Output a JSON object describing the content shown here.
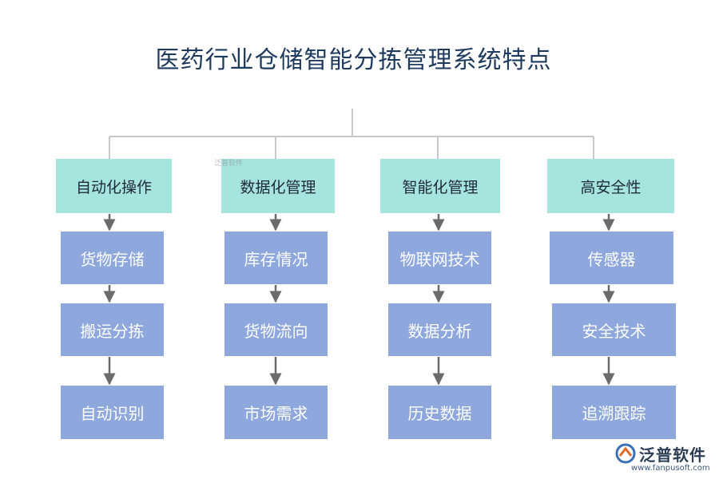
{
  "title": "医药行业仓储智能分拣管理系统特点",
  "columns": [
    {
      "category": "自动化操作",
      "items": [
        "货物存储",
        "搬运分拣",
        "自动识别"
      ]
    },
    {
      "category": "数据化管理",
      "items": [
        "库存情况",
        "货物流向",
        "市场需求"
      ]
    },
    {
      "category": "智能化管理",
      "items": [
        "物联网技术",
        "数据分析",
        "历史数据"
      ]
    },
    {
      "category": "高安全性",
      "items": [
        "传感器",
        "安全技术",
        "追溯跟踪"
      ]
    }
  ],
  "watermark": {
    "brand": "泛普软件",
    "url": "www.fanpusoft.com",
    "small": "泛普软件"
  },
  "colors": {
    "title": "#1f3a5f",
    "category_box": "#a6e4de",
    "item_box": "#8ea7dd",
    "connector": "#c8c8c8",
    "arrow": "#6b6b6b"
  }
}
